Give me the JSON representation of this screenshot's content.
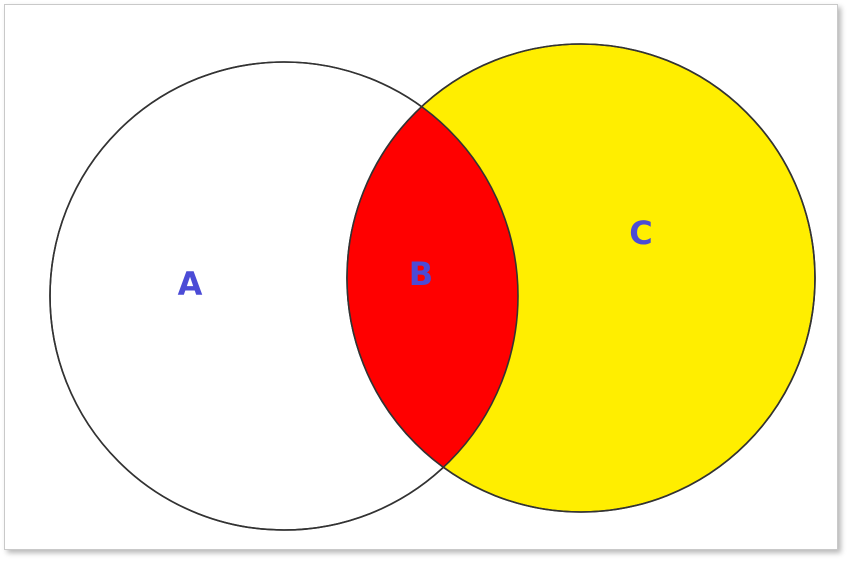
{
  "diagram": {
    "type": "venn",
    "regions": [
      {
        "id": "A",
        "label": "A",
        "fill": "#ffffff"
      },
      {
        "id": "B",
        "label": "B",
        "fill": "#ff0000"
      },
      {
        "id": "C",
        "label": "C",
        "fill": "#ffee00"
      }
    ],
    "label_color": "#4b4bd6",
    "outline_color": "#333333"
  }
}
